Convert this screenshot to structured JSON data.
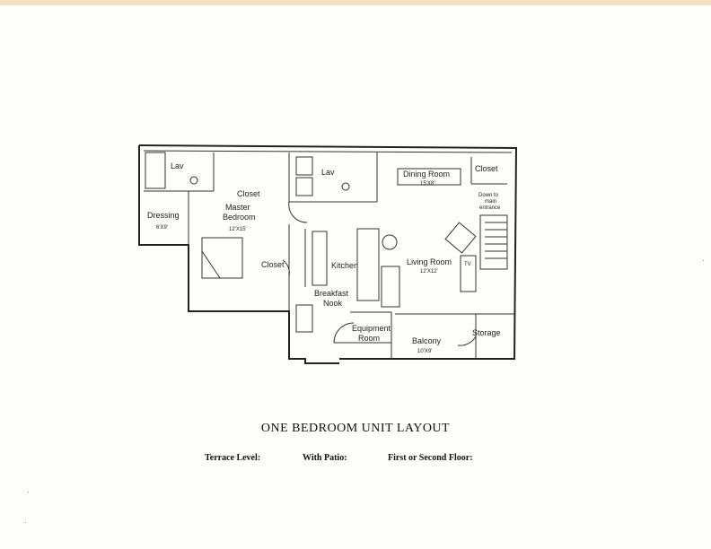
{
  "plan": {
    "rooms": {
      "lav_1": "Lav",
      "lav_2": "Lav",
      "closet_master": "Closet",
      "closet_dining": "Closet",
      "closet_kitchen": "Closet",
      "dressing": {
        "name": "Dressing",
        "dims": "6'X9'"
      },
      "master_bedroom": {
        "name_line1": "Master",
        "name_line2": "Bedroom",
        "dims": "12'X15'"
      },
      "dining_room": {
        "name": "Dining Room",
        "dims": "15'X8'"
      },
      "kitchen": "Kitchen",
      "living_room": {
        "name": "Living Room",
        "dims": "12'X12'"
      },
      "breakfast_nook": {
        "line1": "Breakfast",
        "line2": "Nook"
      },
      "equipment_room": {
        "line1": "Equipment",
        "line2": "Room"
      },
      "balcony": {
        "name": "Balcony",
        "dims": "10'X9'"
      },
      "storage": "Storage",
      "entrance_note": {
        "line1": "Down to",
        "line2": "main",
        "line3": "entrance"
      },
      "tv": "TV"
    }
  },
  "title": "ONE BEDROOM UNIT LAYOUT",
  "floor_options": [
    "Terrace Level:",
    "With Patio:",
    "First or Second Floor:"
  ]
}
